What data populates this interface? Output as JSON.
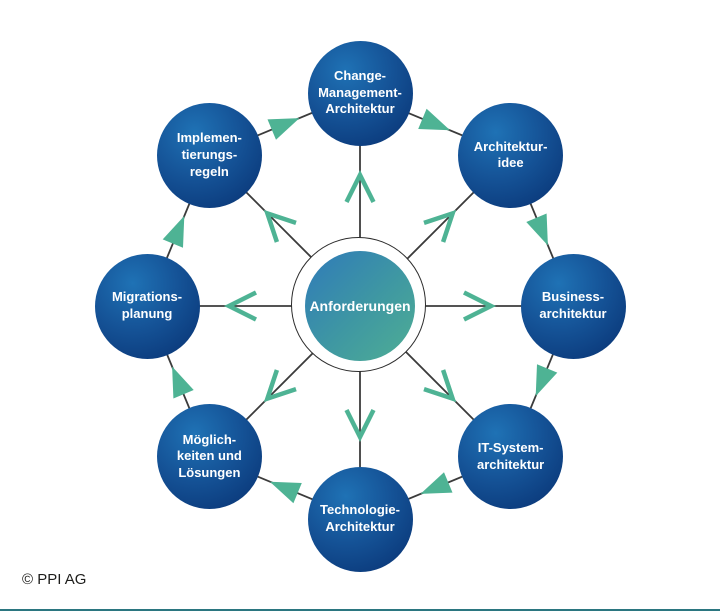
{
  "diagram": {
    "title": "Architecture cycle diagram",
    "center": {
      "id": "anforderungen",
      "label": "Anforderungen"
    },
    "nodes": [
      {
        "id": "change-management-architektur",
        "lines": [
          "Change-",
          "Management-",
          "Architektur"
        ]
      },
      {
        "id": "architekturidee",
        "lines": [
          "Architektur-",
          "idee"
        ]
      },
      {
        "id": "businessarchitektur",
        "lines": [
          "Business-",
          "architektur"
        ]
      },
      {
        "id": "it-systemarchitektur",
        "lines": [
          "IT-System-",
          "architektur"
        ]
      },
      {
        "id": "technologie-architektur",
        "lines": [
          "Technologie-",
          "Architektur"
        ]
      },
      {
        "id": "moeglichkeiten-und-loesungen",
        "lines": [
          "Möglich-",
          "keiten und",
          "Lösungen"
        ]
      },
      {
        "id": "migrationsplanung",
        "lines": [
          "Migrations-",
          "planung"
        ]
      },
      {
        "id": "implementierungsregeln",
        "lines": [
          "Implemen-",
          "tierungs-",
          "regeln"
        ]
      }
    ],
    "flow_direction": "clockwise",
    "colors": {
      "node_blue_light": "#1f72b5",
      "node_blue_dark": "#0a316a",
      "center_blue": "#2f7ab9",
      "center_teal": "#4fae94",
      "arrow_green": "#4eb394",
      "connector_line": "#3b3b3b",
      "ring_outline": "#2d2d2d",
      "bottom_rule": "#2b7680",
      "text_white": "#ffffff"
    }
  },
  "footer": {
    "copyright": "© PPI AG"
  }
}
